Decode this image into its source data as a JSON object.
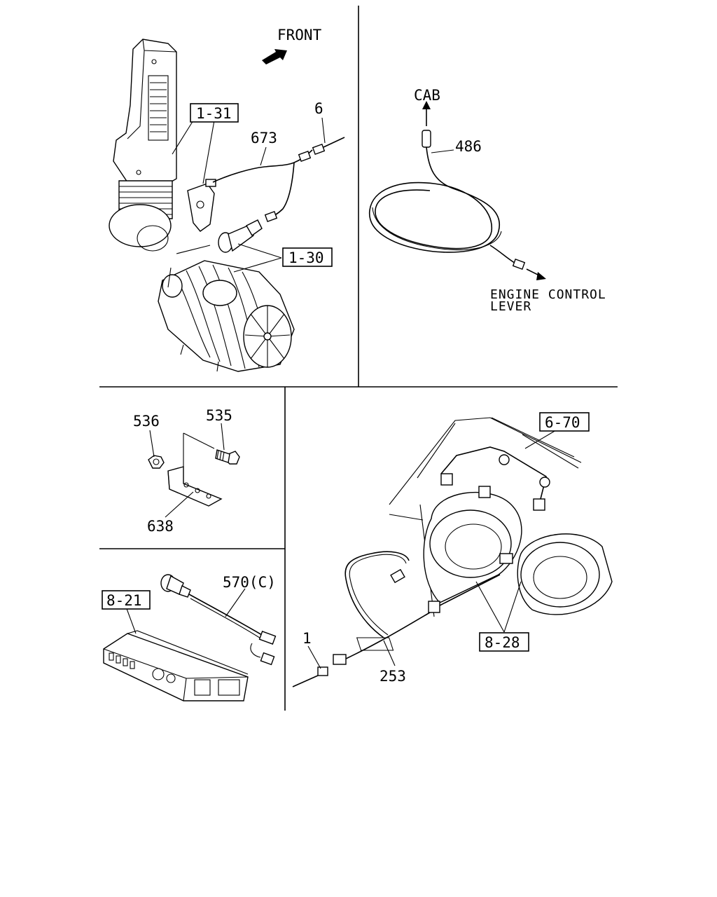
{
  "panels": {
    "air_cleaner": {
      "direction_label": "FRONT",
      "callouts": [
        "1-31",
        "1-30"
      ],
      "part_numbers": [
        "673",
        "6"
      ]
    },
    "cab_harness": {
      "direction_top": "CAB",
      "part_number": "486",
      "destination_line1": "ENGINE CONTROL",
      "destination_line2": "LEVER"
    },
    "bracket": {
      "part_numbers": [
        "536",
        "535",
        "638"
      ]
    },
    "controller": {
      "callout": "8-21",
      "part_number": "570(C)"
    },
    "exhaust_brake": {
      "callouts": [
        "6-70",
        "8-28"
      ],
      "part_numbers": [
        "1",
        "253"
      ]
    }
  }
}
